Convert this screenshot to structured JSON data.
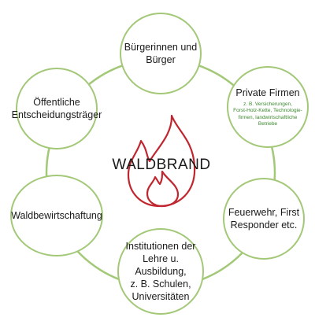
{
  "center": {
    "title": "WALDBRAND",
    "icon": "flame-icon",
    "icon_color": "#c0262f"
  },
  "ring_color": "#a3c878",
  "subtext_color": "#3c8a2e",
  "nodes": [
    {
      "id": "buerger",
      "label": "Bürgerinnen und\nBürger",
      "sub": ""
    },
    {
      "id": "private-firmen",
      "label": "Private Firmen",
      "sub": "z. B. Versicherungen,\nForst-Holz-Kette, Technologie-\nfirmen, landwirtschaftliche\nBetriebe"
    },
    {
      "id": "feuerwehr",
      "label": "Feuerwehr, First\nResponder etc.",
      "sub": ""
    },
    {
      "id": "institutionen",
      "label": "Institutionen der\nLehre u. Ausbildung,\nz. B. Schulen,\nUniversitäten",
      "sub": ""
    },
    {
      "id": "waldbewirtschaftung",
      "label": "Waldbewirtschaftung",
      "sub": ""
    },
    {
      "id": "entscheidungstraeger",
      "label": "Öffentliche\nEntscheidungsträger",
      "sub": ""
    }
  ]
}
